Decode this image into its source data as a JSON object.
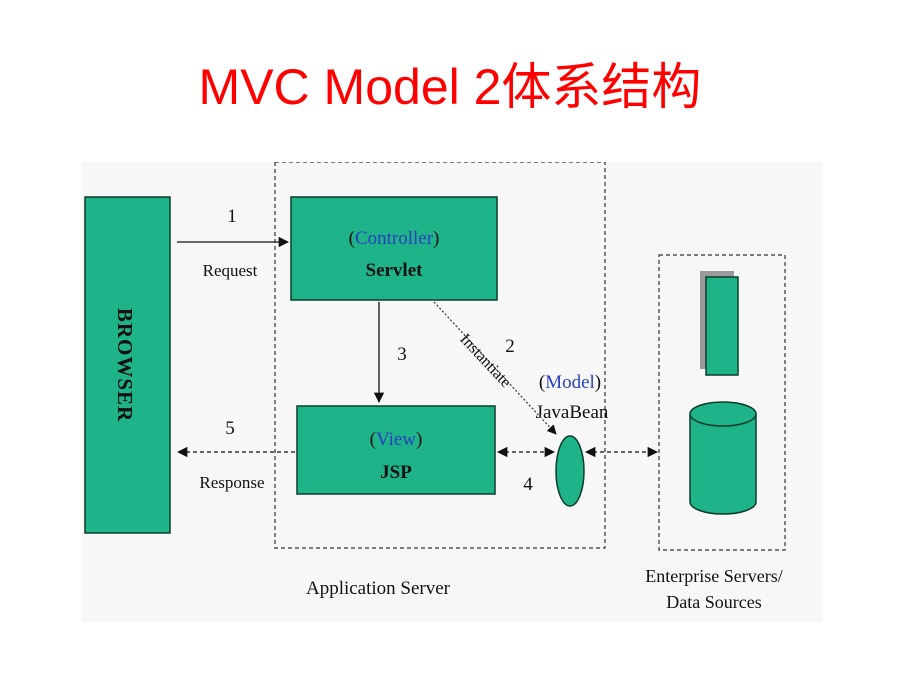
{
  "title": "MVC Model 2体系结构",
  "diagram": {
    "browser": "BROWSER",
    "controller_open": "(",
    "controller_word": "Controller",
    "controller_close": ")",
    "servlet": "Servlet",
    "view_open": "(",
    "view_word": "View",
    "view_close": ")",
    "jsp": "JSP",
    "model_open": "(",
    "model_word": "Model",
    "model_close": ")",
    "javabean": "JavaBean",
    "step_1": "1",
    "step_2": "2",
    "step_3": "3",
    "step_4": "4",
    "step_5": "5",
    "request": "Request",
    "response": "Response",
    "instantiate": "Instantiate",
    "app_server": "Application Server",
    "enterprise_line1": "Enterprise Servers/",
    "enterprise_line2": "Data Sources"
  },
  "colors": {
    "title": "#ff0000",
    "box_fill": "#1fb389",
    "box_stroke": "#0a3d2c",
    "keyword": "#2a3fbf",
    "text": "#111111"
  }
}
